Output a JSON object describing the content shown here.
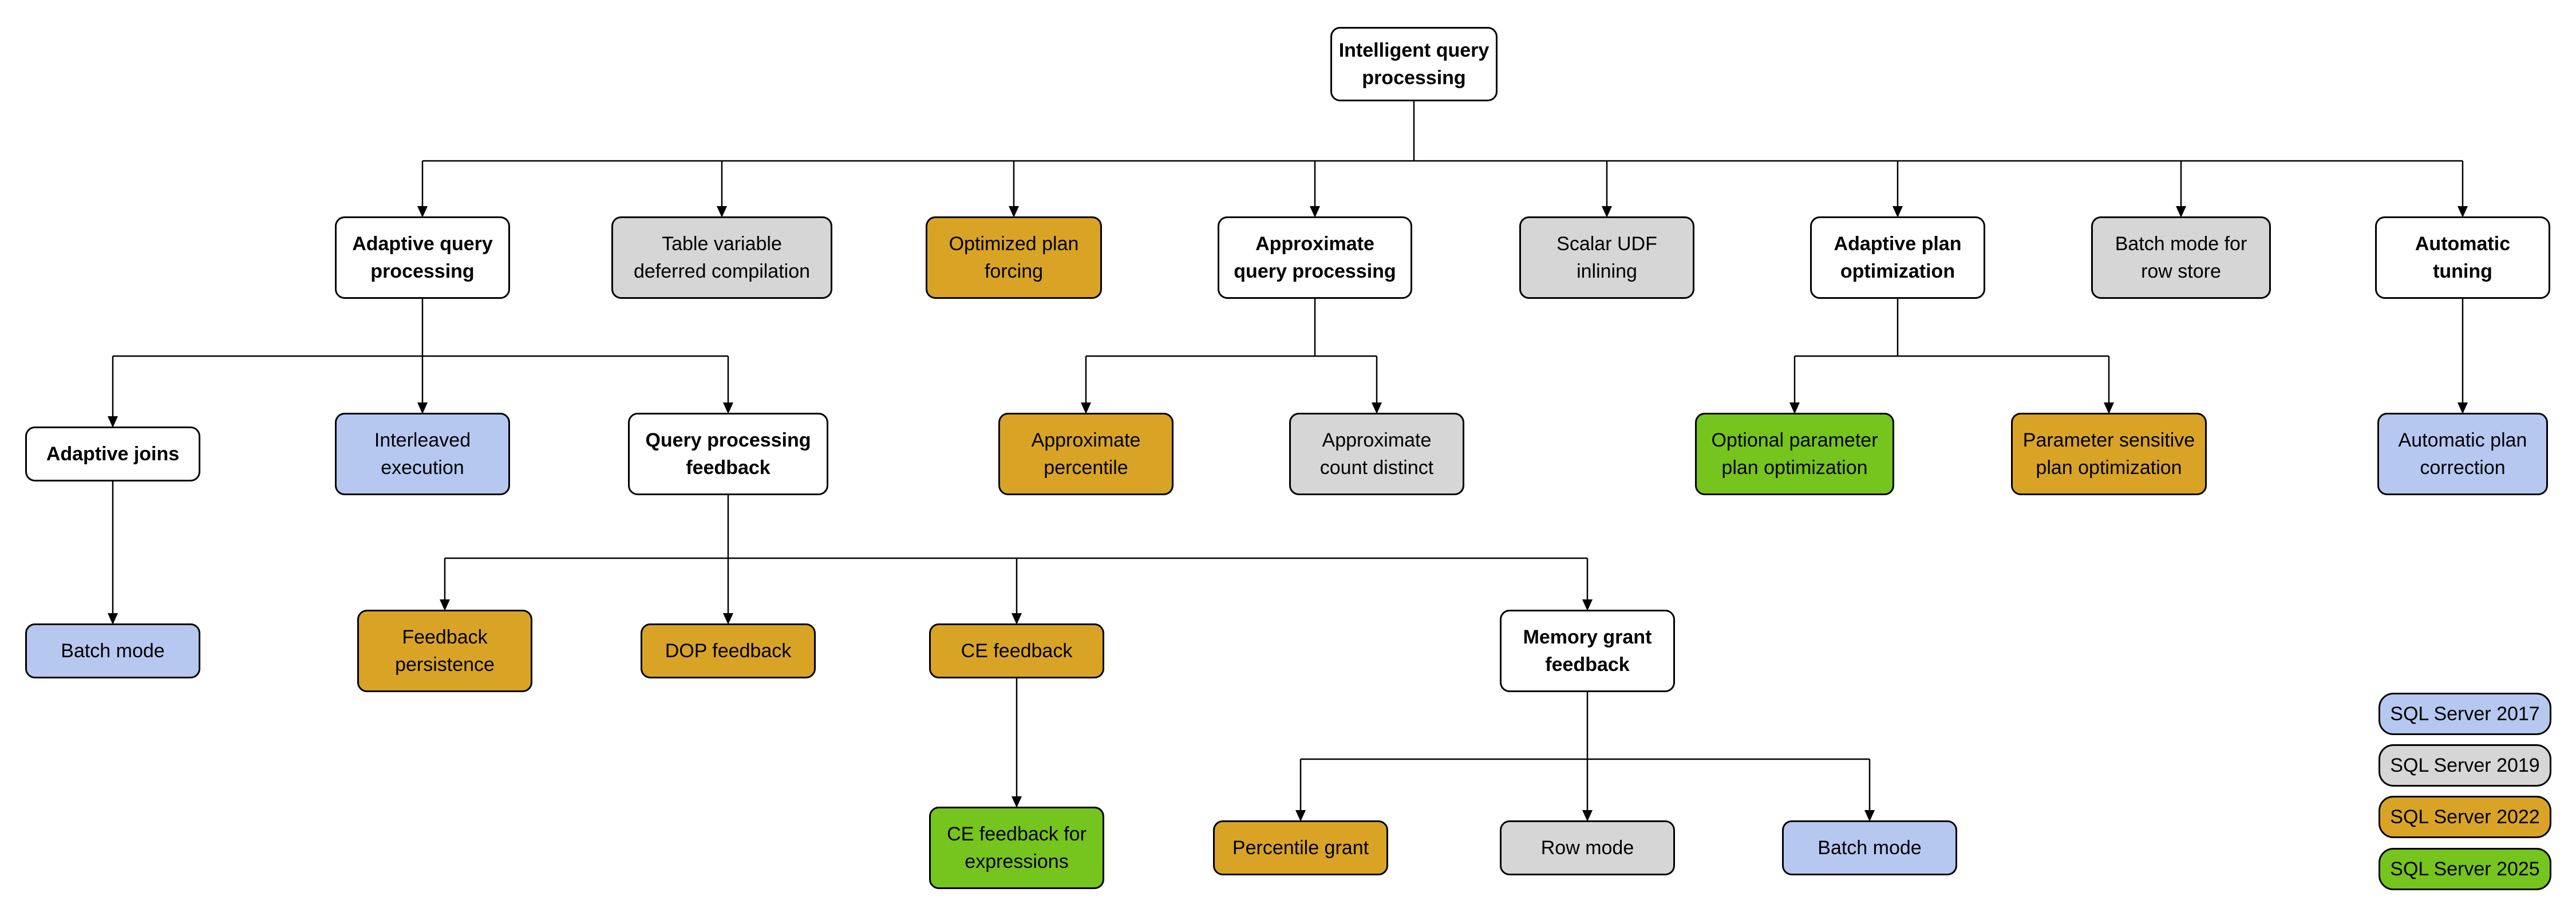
{
  "diagram": {
    "type": "tree",
    "root_label": "Intelligent query processing"
  },
  "colors": {
    "sql2017": "#B6C8F0",
    "sql2019": "#D6D6D6",
    "sql2022": "#D9A426",
    "sql2025": "#76C41E",
    "category": "#FFFFFF",
    "line": "#000000"
  },
  "legend": {
    "items": [
      {
        "label": "SQL Server 2017",
        "color": "#B6C8F0"
      },
      {
        "label": "SQL Server 2019",
        "color": "#D6D6D6"
      },
      {
        "label": "SQL Server 2022",
        "color": "#D9A426"
      },
      {
        "label": "SQL Server 2025",
        "color": "#76C41E"
      }
    ]
  },
  "nodes": [
    {
      "id": "intelligent-query-processing",
      "label": "Intelligent query\nprocessing",
      "version": "category",
      "color": "#FFFFFF",
      "parent": null
    },
    {
      "id": "adaptive-query-processing",
      "label": "Adaptive query\nprocessing",
      "version": "category",
      "color": "#FFFFFF",
      "parent": "intelligent-query-processing"
    },
    {
      "id": "table-variable-deferred-compilation",
      "label": "Table variable\ndeferred compilation",
      "version": "SQL Server 2019",
      "color": "#D6D6D6",
      "parent": "intelligent-query-processing"
    },
    {
      "id": "optimized-plan-forcing",
      "label": "Optimized plan\nforcing",
      "version": "SQL Server 2022",
      "color": "#D9A426",
      "parent": "intelligent-query-processing"
    },
    {
      "id": "approximate-query-processing",
      "label": "Approximate\nquery processing",
      "version": "category",
      "color": "#FFFFFF",
      "parent": "intelligent-query-processing"
    },
    {
      "id": "scalar-udf-inlining",
      "label": "Scalar UDF\ninlining",
      "version": "SQL Server 2019",
      "color": "#D6D6D6",
      "parent": "intelligent-query-processing"
    },
    {
      "id": "adaptive-plan-optimization",
      "label": "Adaptive plan\noptimization",
      "version": "category",
      "color": "#FFFFFF",
      "parent": "intelligent-query-processing"
    },
    {
      "id": "batch-mode-for-row-store",
      "label": "Batch mode for\nrow store",
      "version": "SQL Server 2019",
      "color": "#D6D6D6",
      "parent": "intelligent-query-processing"
    },
    {
      "id": "automatic-tuning",
      "label": "Automatic\ntuning",
      "version": "category",
      "color": "#FFFFFF",
      "parent": "intelligent-query-processing"
    },
    {
      "id": "adaptive-joins",
      "label": "Adaptive joins",
      "version": "category",
      "color": "#FFFFFF",
      "parent": "adaptive-query-processing"
    },
    {
      "id": "interleaved-execution",
      "label": "Interleaved\nexecution",
      "version": "SQL Server 2017",
      "color": "#B6C8F0",
      "parent": "adaptive-query-processing"
    },
    {
      "id": "query-processing-feedback",
      "label": "Query processing\nfeedback",
      "version": "category",
      "color": "#FFFFFF",
      "parent": "adaptive-query-processing"
    },
    {
      "id": "approximate-percentile",
      "label": "Approximate\npercentile",
      "version": "SQL Server 2022",
      "color": "#D9A426",
      "parent": "approximate-query-processing"
    },
    {
      "id": "approximate-count-distinct",
      "label": "Approximate\ncount distinct",
      "version": "SQL Server 2019",
      "color": "#D6D6D6",
      "parent": "approximate-query-processing"
    },
    {
      "id": "optional-parameter-plan-optimization",
      "label": "Optional parameter\nplan optimization",
      "version": "SQL Server 2025",
      "color": "#76C41E",
      "parent": "adaptive-plan-optimization"
    },
    {
      "id": "parameter-sensitive-plan-optimization",
      "label": "Parameter sensitive\nplan optimization",
      "version": "SQL Server 2022",
      "color": "#D9A426",
      "parent": "adaptive-plan-optimization"
    },
    {
      "id": "automatic-plan-correction",
      "label": "Automatic plan\ncorrection",
      "version": "SQL Server 2017",
      "color": "#B6C8F0",
      "parent": "automatic-tuning"
    },
    {
      "id": "batch-mode-adaptive-joins",
      "label": "Batch mode",
      "version": "SQL Server 2017",
      "color": "#B6C8F0",
      "parent": "adaptive-joins"
    },
    {
      "id": "feedback-persistence",
      "label": "Feedback\npersistence",
      "version": "SQL Server 2022",
      "color": "#D9A426",
      "parent": "query-processing-feedback"
    },
    {
      "id": "dop-feedback",
      "label": "DOP feedback",
      "version": "SQL Server 2022",
      "color": "#D9A426",
      "parent": "query-processing-feedback"
    },
    {
      "id": "ce-feedback",
      "label": "CE feedback",
      "version": "SQL Server 2022",
      "color": "#D9A426",
      "parent": "query-processing-feedback"
    },
    {
      "id": "memory-grant-feedback",
      "label": "Memory grant\nfeedback",
      "version": "category",
      "color": "#FFFFFF",
      "parent": "query-processing-feedback"
    },
    {
      "id": "ce-feedback-for-expressions",
      "label": "CE feedback for\nexpressions",
      "version": "SQL Server 2025",
      "color": "#76C41E",
      "parent": "ce-feedback"
    },
    {
      "id": "percentile-grant",
      "label": "Percentile grant",
      "version": "SQL Server 2022",
      "color": "#D9A426",
      "parent": "memory-grant-feedback"
    },
    {
      "id": "row-mode",
      "label": "Row mode",
      "version": "SQL Server 2019",
      "color": "#D6D6D6",
      "parent": "memory-grant-feedback"
    },
    {
      "id": "batch-mode-memory-grant",
      "label": "Batch mode",
      "version": "SQL Server 2017",
      "color": "#B6C8F0",
      "parent": "memory-grant-feedback"
    }
  ]
}
